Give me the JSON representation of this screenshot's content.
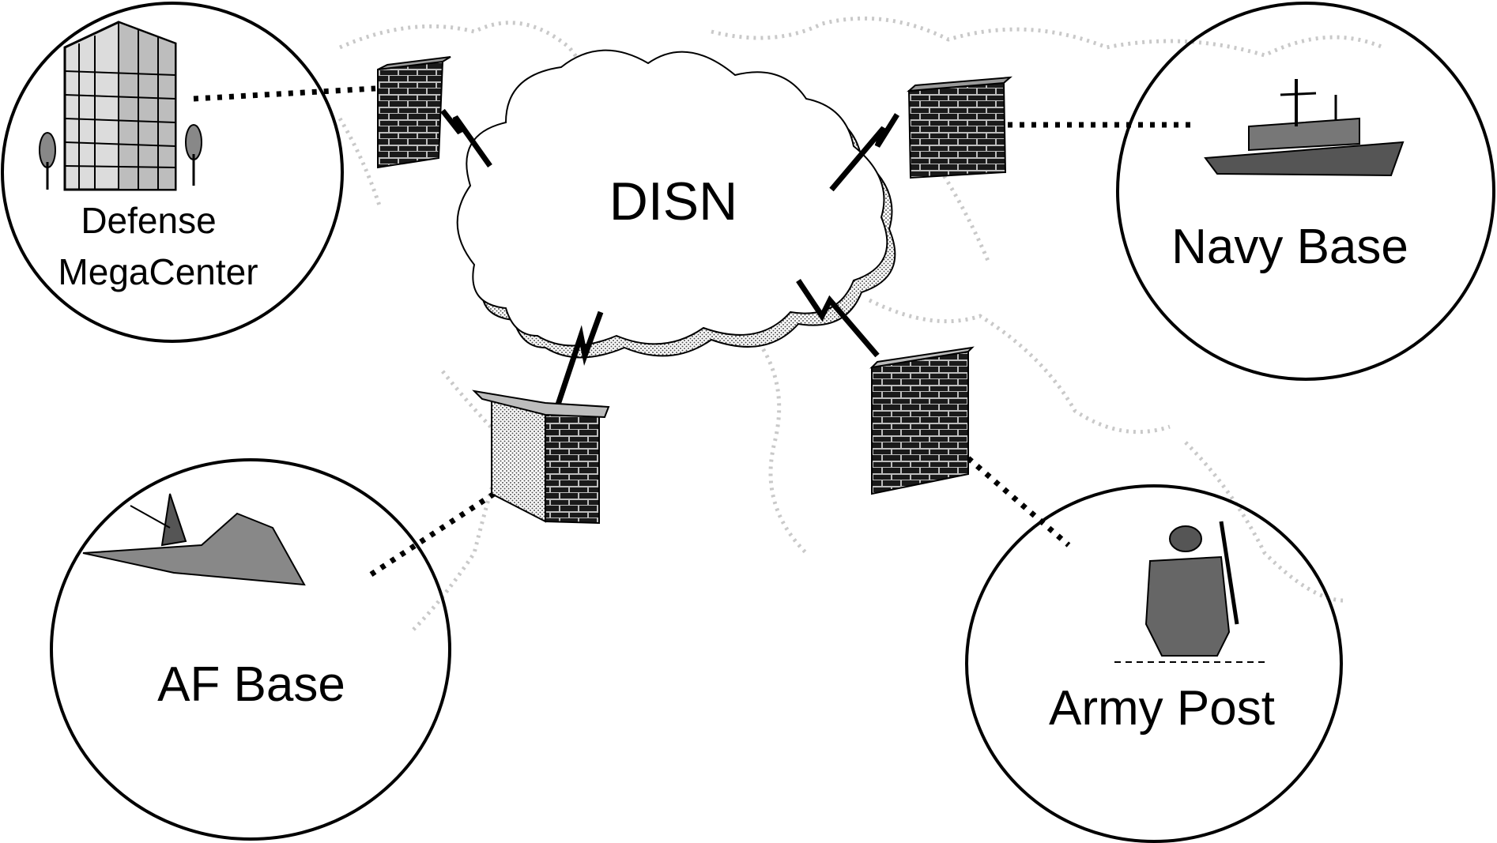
{
  "network": {
    "label": "DISN"
  },
  "sites": {
    "megacenter": {
      "line1": "Defense",
      "line2": "MegaCenter"
    },
    "navy": {
      "label": "Navy Base"
    },
    "af": {
      "label": "AF Base"
    },
    "army": {
      "label": "Army Post"
    }
  },
  "colors": {
    "ink": "#000000",
    "paper": "#ffffff",
    "map": "#c9c9c9",
    "firewall": "#1a1a1a",
    "mortar": "#bdbdbd",
    "cloud_shadow": "#9a9a9a"
  }
}
